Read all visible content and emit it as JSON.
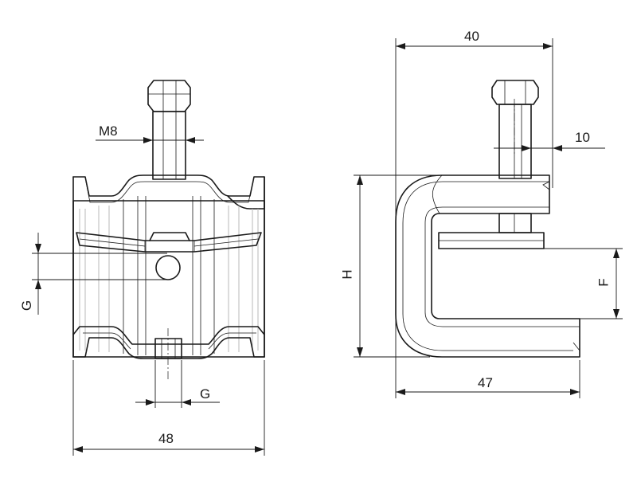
{
  "drawing": {
    "front_view": {
      "thread_label": "M8",
      "width_label": "48",
      "g_label_bottom": "G",
      "g_label_left": "G"
    },
    "side_view": {
      "top_width_label": "40",
      "bottom_width_label": "47",
      "offset_label": "10",
      "height_label": "H",
      "f_label": "F"
    }
  }
}
